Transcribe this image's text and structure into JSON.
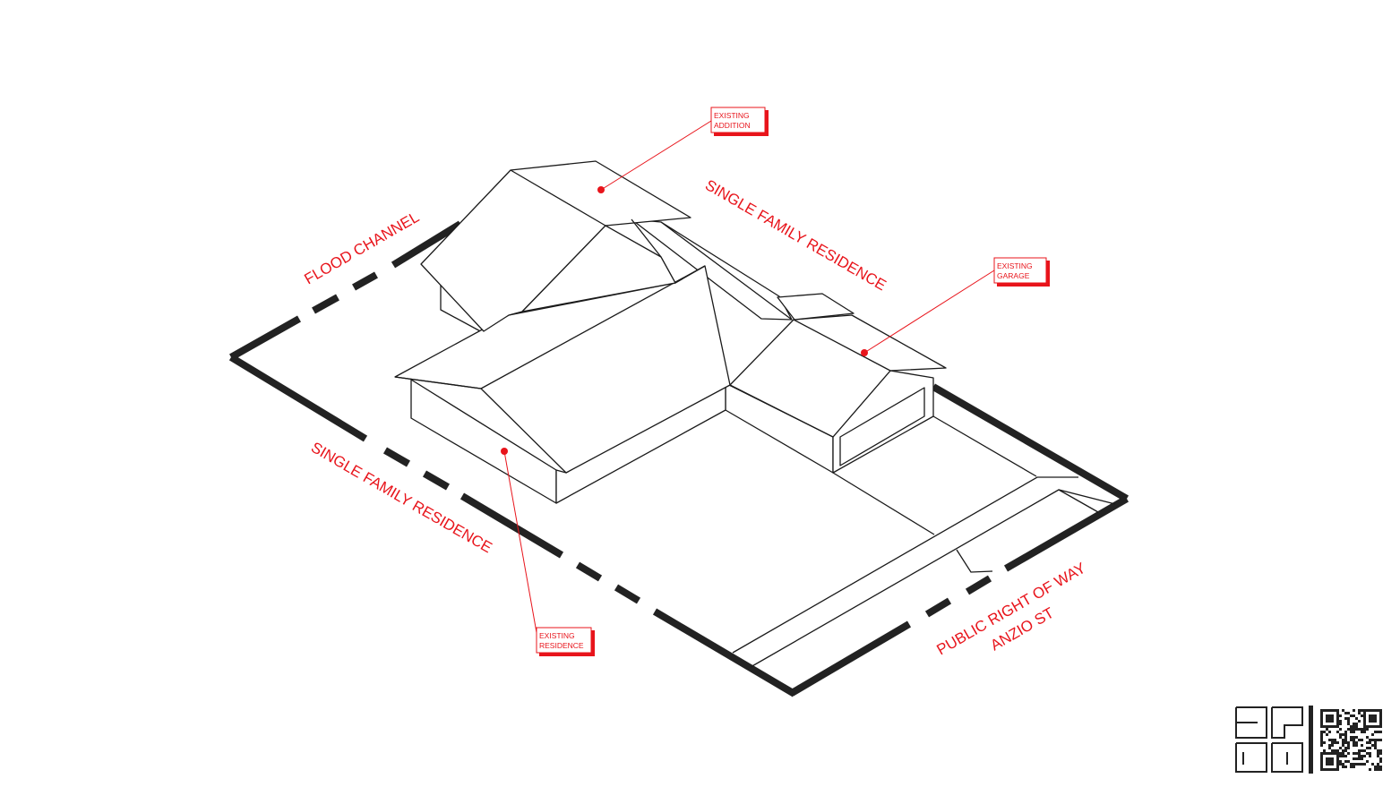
{
  "site_labels": {
    "flood_channel": "FLOOD CHANNEL",
    "sfr_north": "SINGLE FAMILY RESIDENCE",
    "sfr_south": "SINGLE FAMILY RESIDENCE",
    "row_line1": "PUBLIC RIGHT OF WAY",
    "row_line2": "ANZIO ST"
  },
  "callouts": {
    "addition": {
      "line1": "EXISTING",
      "line2": "ADDITION"
    },
    "garage": {
      "line1": "EXISTING",
      "line2": "GARAGE"
    },
    "residence": {
      "line1": "EXISTING",
      "line2": "RESIDENCE"
    }
  },
  "colors": {
    "annotation": "#e8141b",
    "linework": "#1a1a1a",
    "boundary": "#222222"
  },
  "icons": {
    "logo": "studio-logo-icon",
    "qr": "qr-code-icon"
  }
}
